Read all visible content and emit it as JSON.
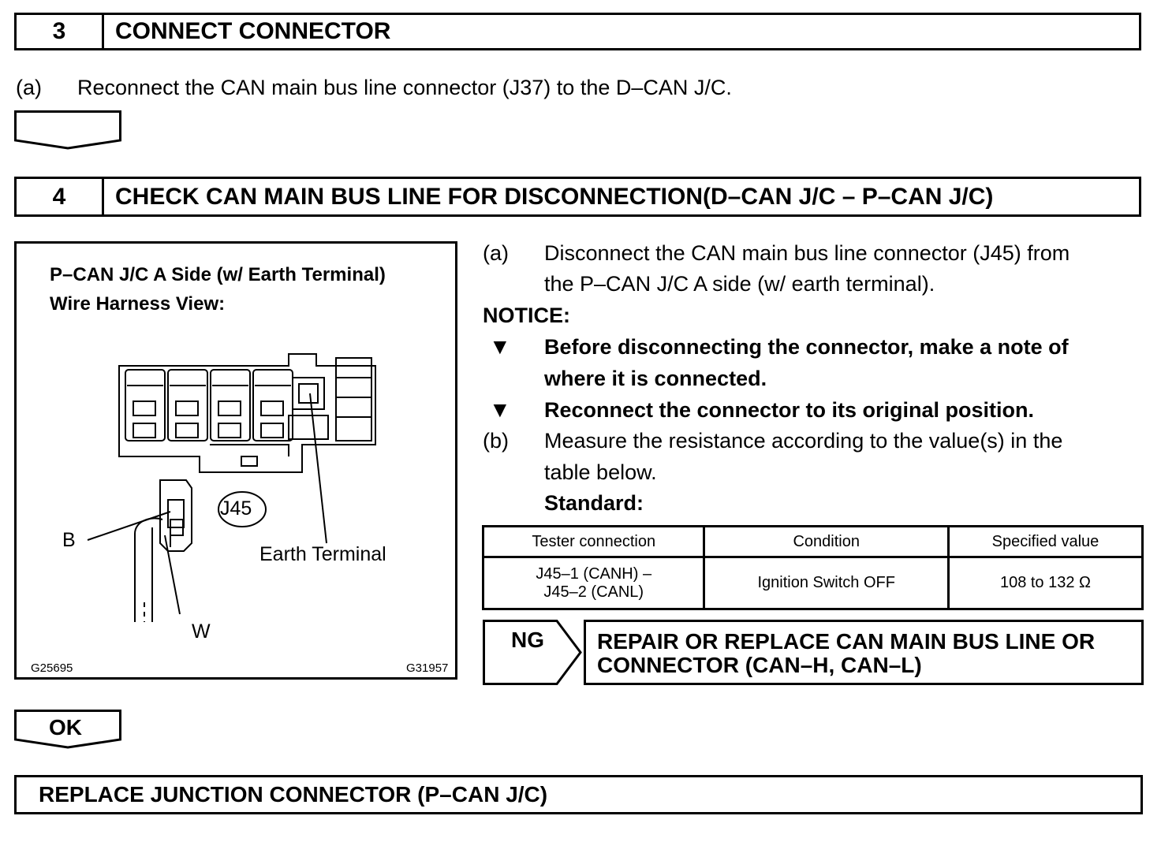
{
  "step3": {
    "number": "3",
    "title": "CONNECT CONNECTOR",
    "item_a_label": "(a)",
    "item_a_text": "Reconnect the CAN main bus line connector (J37) to the D–CAN J/C."
  },
  "step4": {
    "number": "4",
    "title": "CHECK CAN MAIN BUS LINE FOR DISCONNECTION(D–CAN J/C – P–CAN J/C)",
    "figure": {
      "title_line1": "P–CAN J/C A Side (w/ Earth Terminal)",
      "title_line2": "Wire Harness View:",
      "connector_label": "J45",
      "earth_label": "Earth Terminal",
      "b_label": "B",
      "w_label": "W",
      "code_left": "G25695",
      "code_right": "G31957"
    },
    "item_a_label": "(a)",
    "item_a_line1": "Disconnect the CAN main bus line connector (J45) from",
    "item_a_line2": "the P–CAN J/C A side (w/ earth terminal).",
    "notice_label": "NOTICE:",
    "notice_bullet": "▼",
    "notice1_line1": "Before disconnecting the connector, make a note of",
    "notice1_line2": "where it is connected.",
    "notice2": "Reconnect the connector to its original position.",
    "item_b_label": "(b)",
    "item_b_line1": "Measure the resistance according to the value(s) in the",
    "item_b_line2": "table below.",
    "standard_label": "Standard:",
    "table": {
      "headers": [
        "Tester connection",
        "Condition",
        "Specified value"
      ],
      "row_connection_line1": "J45–1 (CANH) –",
      "row_connection_line2": "J45–2 (CANL)",
      "row_condition": "Ignition Switch OFF",
      "row_value": "108 to 132 Ω"
    },
    "ng_label": "NG",
    "ng_result_line1": "REPAIR OR REPLACE CAN MAIN BUS LINE OR",
    "ng_result_line2": "CONNECTOR (CAN–H, CAN–L)",
    "ok_label": "OK"
  },
  "final_action": "REPLACE JUNCTION CONNECTOR (P–CAN J/C)"
}
